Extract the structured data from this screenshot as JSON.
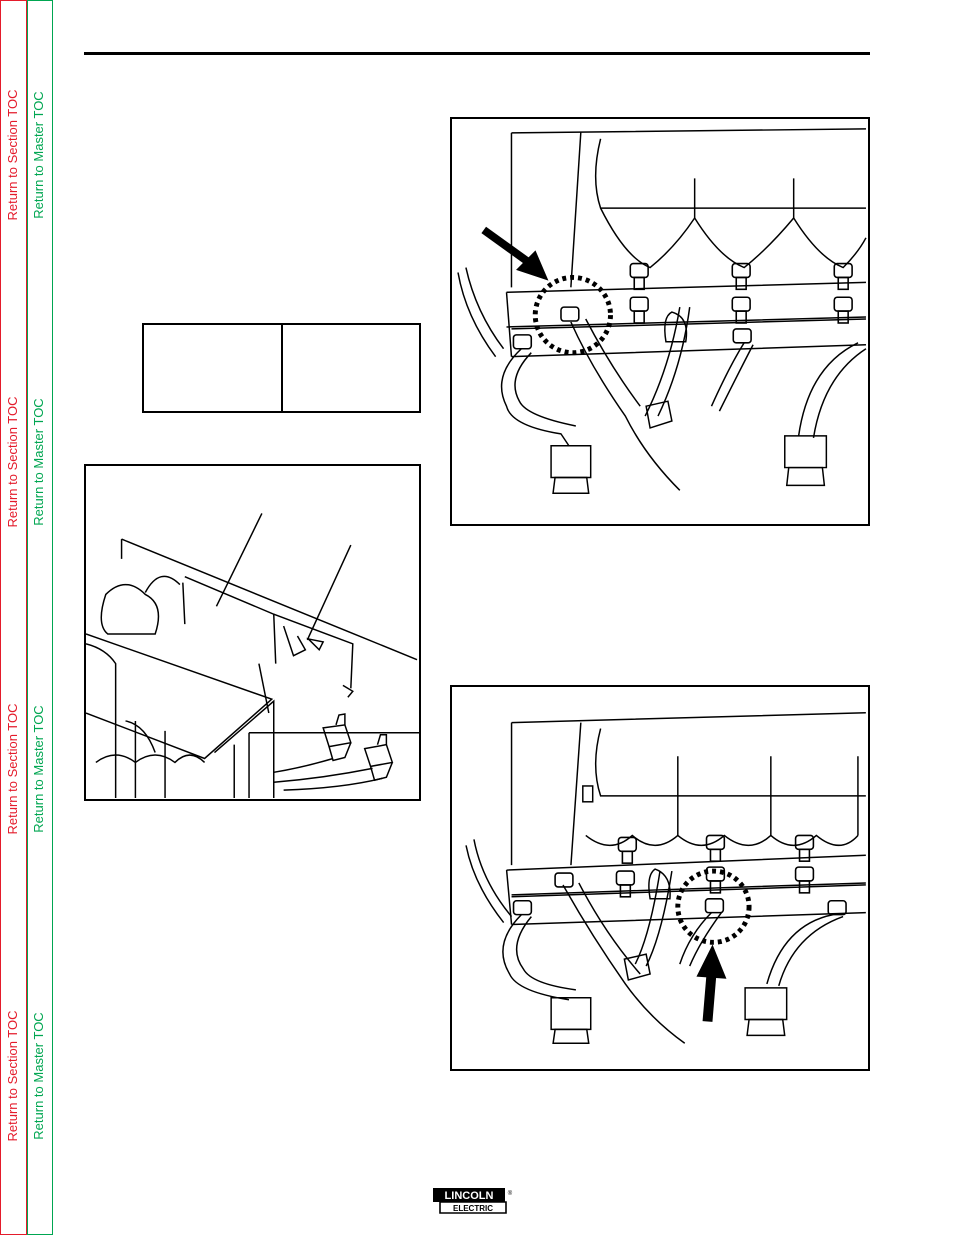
{
  "toc_links": {
    "section_label": "Return to Section TOC",
    "master_label": "Return to Master TOC"
  },
  "logo": {
    "line1": "LINCOLN",
    "line2": "ELECTRIC",
    "registered_mark": "®"
  },
  "colors": {
    "section_toc": "#e41b2b",
    "master_toc": "#00a651"
  }
}
